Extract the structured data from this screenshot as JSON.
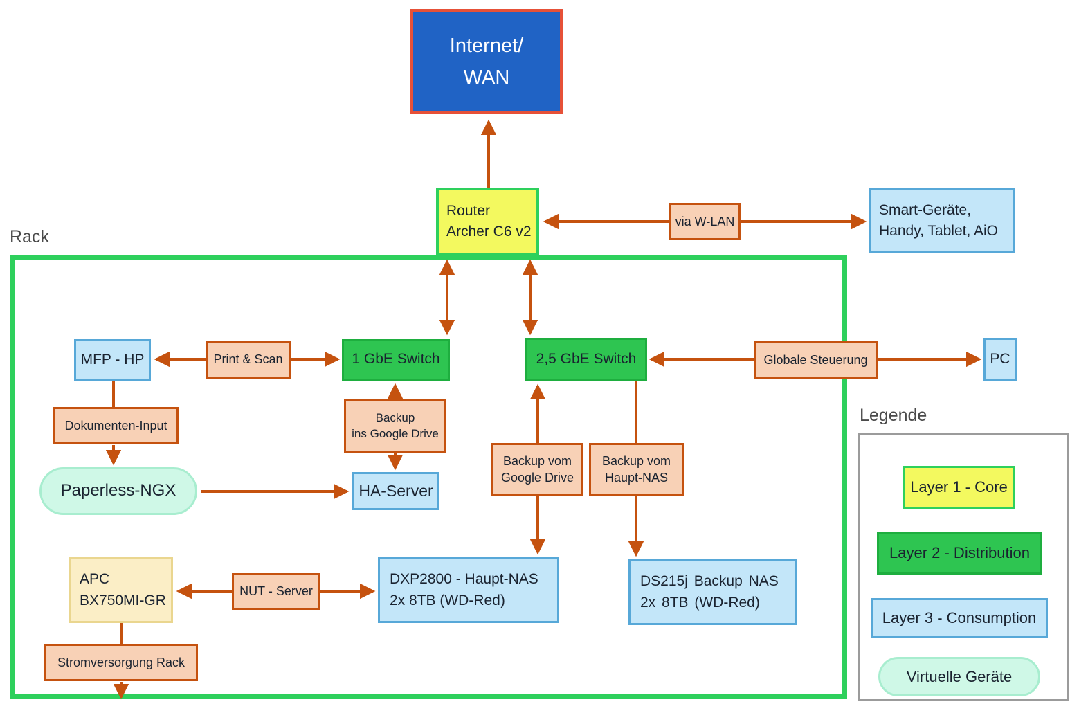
{
  "titles": {
    "rack": "Rack",
    "legend": "Legende"
  },
  "colors": {
    "arrow": "#C5520F",
    "label_fill": "#F8D1B6",
    "internet_fill": "#2063C5",
    "internet_border": "#E65138",
    "layer1_core_fill": "#F3F95F",
    "layer1_core_border": "#2ED05C",
    "layer2_distribution_fill": "#2EC551",
    "layer2_distribution_border": "#1EAE3F",
    "layer3_consumption_fill": "#C3E6F9",
    "layer3_consumption_border": "#57A8D8",
    "virtual_fill": "#CFF8E7",
    "virtual_border": "#A8EDCF",
    "ups_fill": "#FBEEC6",
    "ups_border": "#EAD68F",
    "rack_border": "#2ED05C",
    "legend_border": "#9B9B9B"
  },
  "nodes": {
    "internet": {
      "line1": "Internet/",
      "line2": "WAN"
    },
    "router": {
      "line1": "Router",
      "line2": "Archer C6 v2"
    },
    "via_wlan": {
      "label": "via W-LAN"
    },
    "smart_devices": {
      "line1": "Smart-Geräte,",
      "line2": "Handy, Tablet, AiO"
    },
    "mfp": {
      "label": "MFP - HP"
    },
    "print_scan": {
      "label": "Print & Scan"
    },
    "switch_1gbe": {
      "label": "1 GbE Switch"
    },
    "switch_25gbe": {
      "label": "2,5 GbE Switch"
    },
    "globale_steuerung": {
      "label": "Globale Steuerung"
    },
    "pc": {
      "label": "PC"
    },
    "backup_to_google": {
      "line1": "Backup",
      "line2": "ins Google Drive"
    },
    "ha_server": {
      "label": "HA-Server"
    },
    "dokumenten_input": {
      "label": "Dokumenten-Input"
    },
    "paperless": {
      "label": "Paperless-NGX"
    },
    "backup_from_google": {
      "line1": "Backup vom",
      "line2": "Google Drive"
    },
    "backup_from_nas": {
      "line1": "Backup vom",
      "line2": "Haupt-NAS"
    },
    "apc_ups": {
      "line1": "APC",
      "line2": "BX750MI-GR"
    },
    "nut_server": {
      "label": "NUT - Server"
    },
    "haupt_nas": {
      "line1": "DXP2800 - Haupt-NAS",
      "line2": "2x 8TB (WD-Red)"
    },
    "backup_nas": {
      "line1": "DS215j Backup NAS",
      "line2": "2x 8TB (WD-Red)"
    },
    "strom": {
      "label": "Stromversorgung Rack"
    }
  },
  "legend": {
    "items": [
      {
        "label": "Layer 1 - Core"
      },
      {
        "label": "Layer 2 - Distribution"
      },
      {
        "label": "Layer 3 - Consumption"
      },
      {
        "label": "Virtuelle Geräte"
      }
    ]
  }
}
